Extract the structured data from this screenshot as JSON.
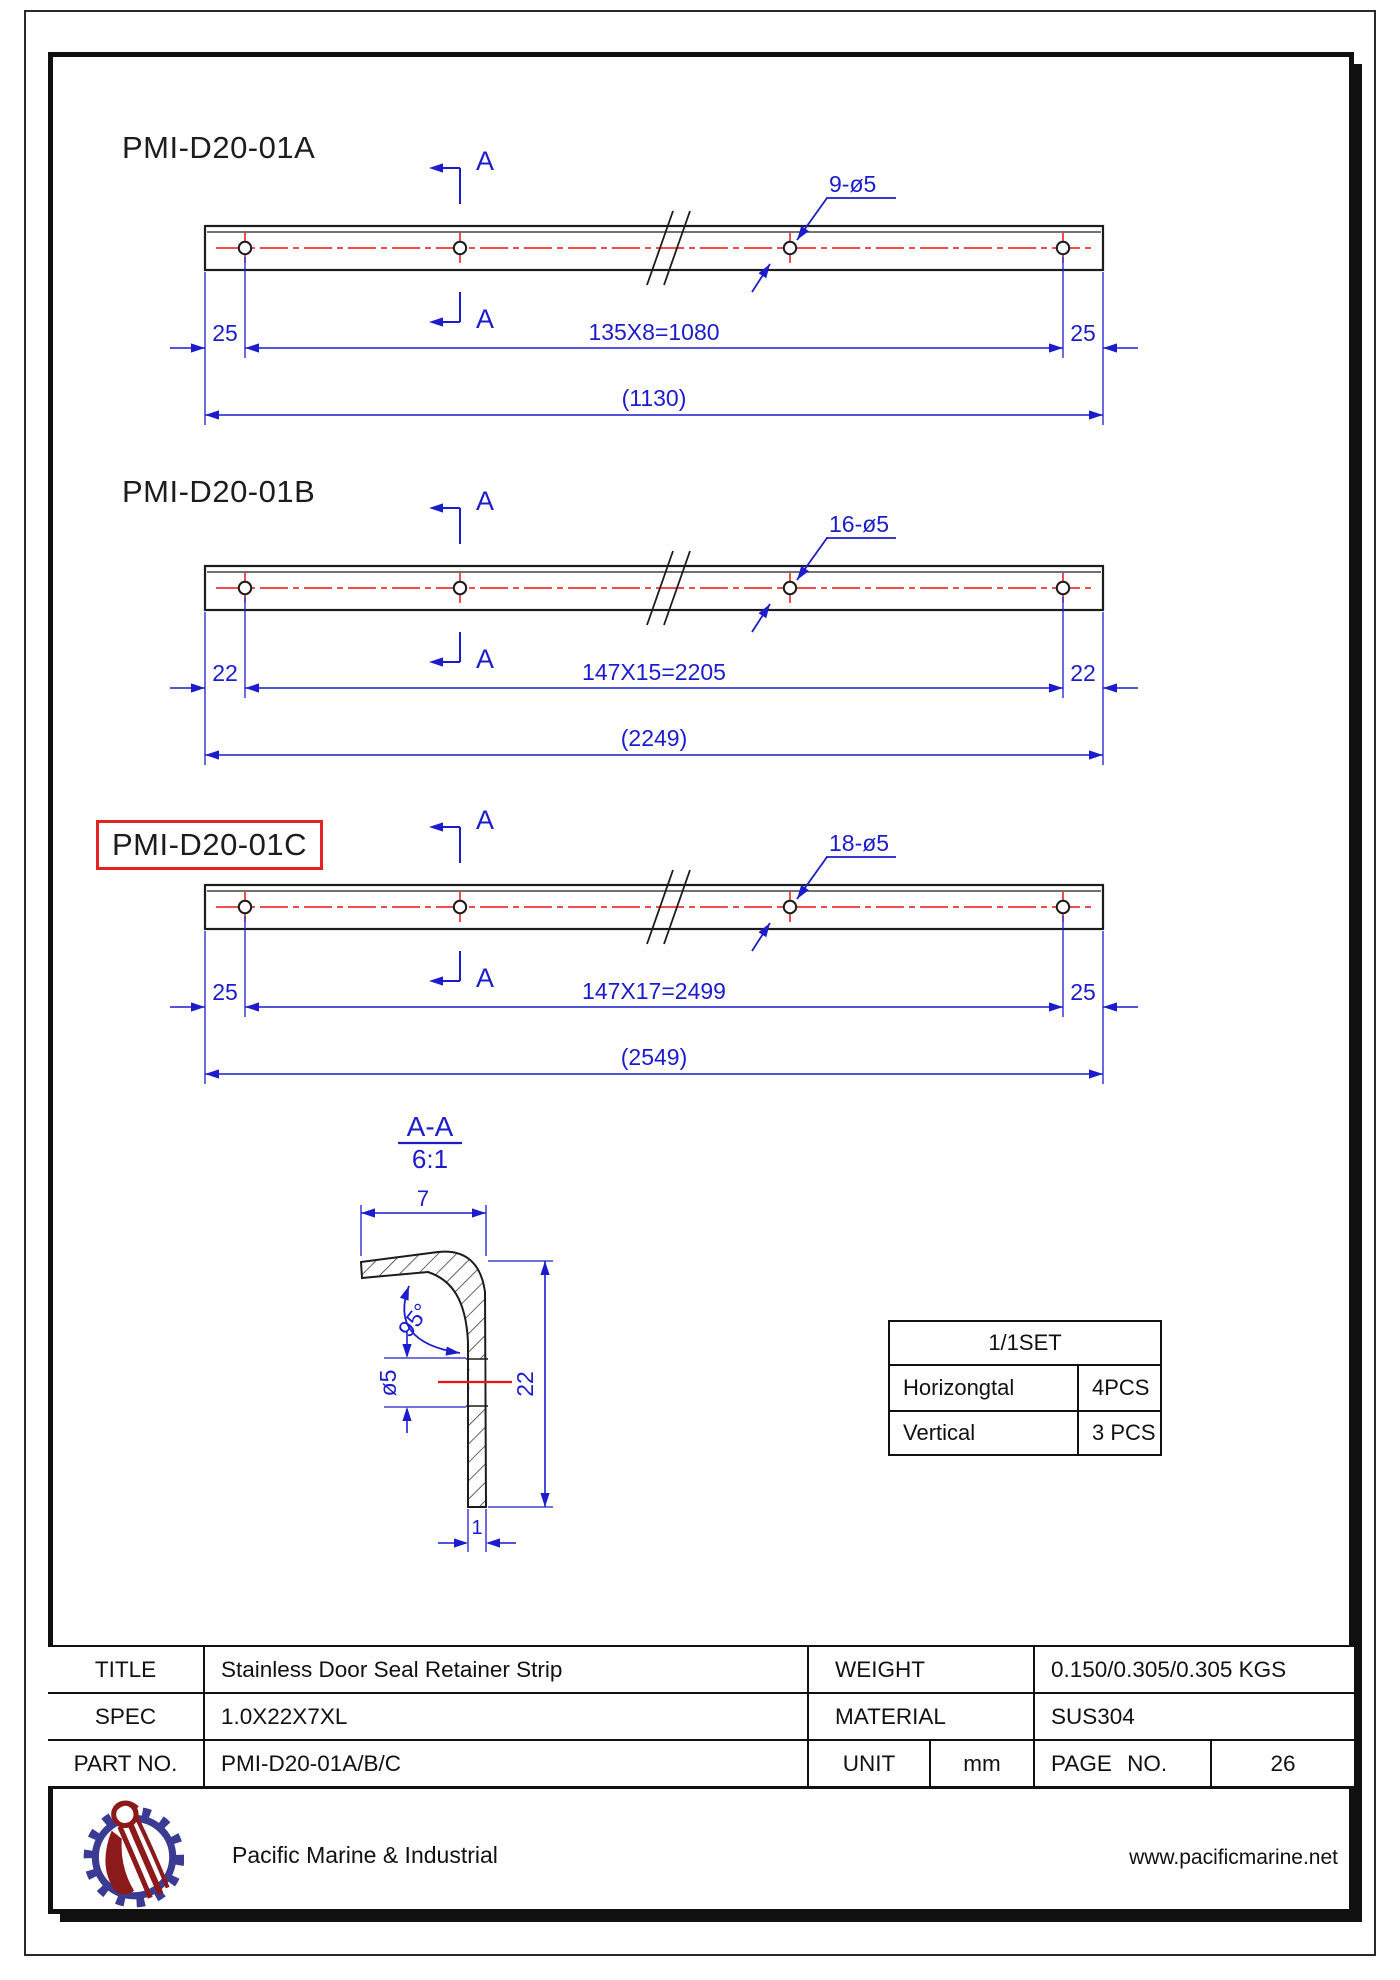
{
  "page": {
    "company": "Pacific Marine & Industrial",
    "website": "www.pacificmarine.net"
  },
  "colors": {
    "dim_blue": "#1c1ccc",
    "line_black": "#1c1c1c",
    "center_red": "#f01010",
    "highlight_red": "#e32222",
    "gear_blue": "#3b3b94",
    "pelican_red": "#8c1a1a"
  },
  "section_view": {
    "letter": "A",
    "title": "A-A",
    "scale": "6:1",
    "dim_top": "7",
    "dim_angle": "95°",
    "dim_hole": "ø5",
    "dim_height": "22",
    "dim_thickness": "1"
  },
  "drawings": [
    {
      "label": "PMI-D20-01A",
      "highlighted": false,
      "holes_label": "9-ø5",
      "dim_left": "25",
      "dim_pitch": "135X8=1080",
      "dim_right": "25",
      "dim_overall": "(1130)"
    },
    {
      "label": "PMI-D20-01B",
      "highlighted": false,
      "holes_label": "16-ø5",
      "dim_left": "22",
      "dim_pitch": "147X15=2205",
      "dim_right": "22",
      "dim_overall": "(2249)"
    },
    {
      "label": "PMI-D20-01C",
      "highlighted": true,
      "holes_label": "18-ø5",
      "dim_left": "25",
      "dim_pitch": "147X17=2499",
      "dim_right": "25",
      "dim_overall": "(2549)"
    }
  ],
  "set_table": {
    "header": "1/1SET",
    "rows": [
      {
        "label": "Horizongtal",
        "value": "4PCS"
      },
      {
        "label": "Vertical",
        "value": "3 PCS"
      }
    ]
  },
  "title_block": {
    "title_label": "TITLE",
    "title_value": "Stainless Door Seal Retainer Strip",
    "weight_label": "WEIGHT",
    "weight_value": "0.150/0.305/0.305 KGS",
    "spec_label": "SPEC",
    "spec_value": "1.0X22X7XL",
    "material_label": "MATERIAL",
    "material_value": "SUS304",
    "part_label": "PART NO.",
    "part_value": "PMI-D20-01A/B/C",
    "unit_label": "UNIT",
    "unit_value": "mm",
    "page_label": "PAGE NO.",
    "page_value": "26"
  }
}
